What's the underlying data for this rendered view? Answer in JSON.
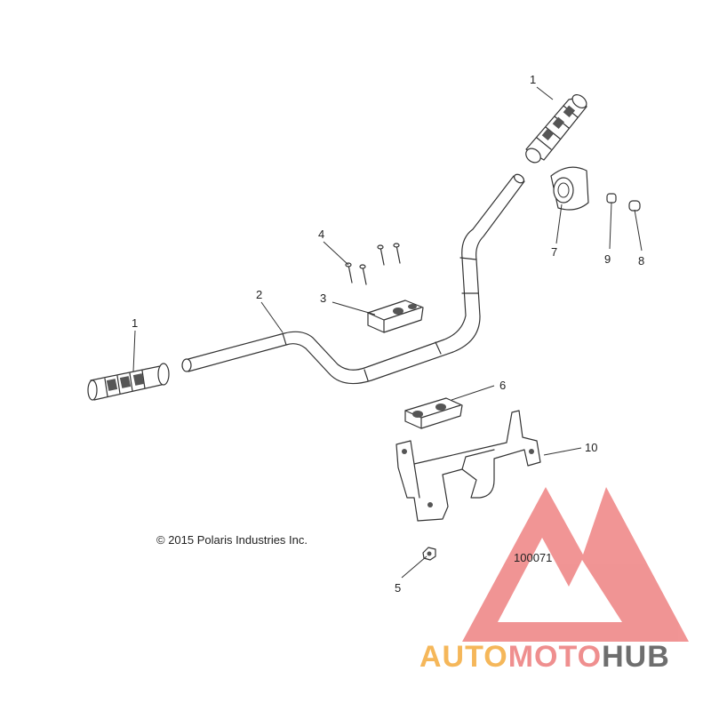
{
  "diagram": {
    "copyright": "© 2015 Polaris Industries Inc.",
    "figure_number": "100071",
    "callouts": {
      "grip_right": "1",
      "grip_left": "1",
      "handlebar": "2",
      "upper_clamp": "3",
      "screws": "4",
      "nut": "5",
      "lower_clamp": "6",
      "throttle_housing": "7",
      "end_plug": "8",
      "end_plug_insert": "9",
      "bracket": "10"
    }
  },
  "watermark": {
    "text_part1": "AUTO",
    "text_part2": "MOTO",
    "text_part3": "HUB",
    "colors": {
      "triangle": "#f08f8f",
      "auto": "#f5b75a",
      "moto": "#ef8f8f",
      "hub": "#6e6e6e"
    }
  }
}
